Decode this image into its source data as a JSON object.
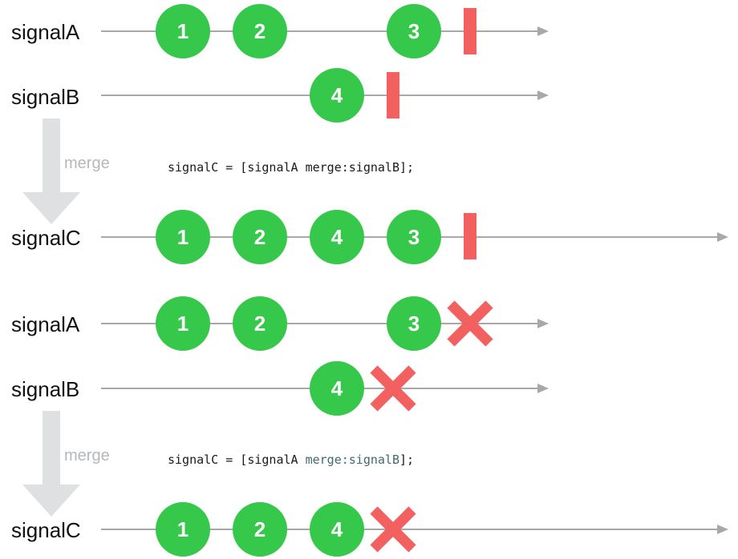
{
  "colors": {
    "event": "#35c84b",
    "complete": "#f2605f",
    "error": "#f2605f",
    "timeline": "#a8a8a8",
    "merge_arrow": "#dfe0e2",
    "code_accent": "#3d6b6b"
  },
  "panels": [
    {
      "merge_label": "merge",
      "code": {
        "prefix": "signalC = [signalA merge:signalB];",
        "accent": ""
      },
      "timelines": [
        {
          "label": "signalA",
          "events": [
            {
              "value": "1"
            },
            {
              "value": "2"
            },
            {
              "value": "3"
            }
          ],
          "terminator": "complete"
        },
        {
          "label": "signalB",
          "events": [
            {
              "value": "4"
            }
          ],
          "terminator": "complete"
        },
        {
          "label": "signalC",
          "events": [
            {
              "value": "1"
            },
            {
              "value": "2"
            },
            {
              "value": "4"
            },
            {
              "value": "3"
            }
          ],
          "terminator": "complete"
        }
      ]
    },
    {
      "merge_label": "merge",
      "code": {
        "prefix": "signalC = [signalA ",
        "accent": "merge:signalB",
        "suffix": "];"
      },
      "timelines": [
        {
          "label": "signalA",
          "events": [
            {
              "value": "1"
            },
            {
              "value": "2"
            },
            {
              "value": "3"
            }
          ],
          "terminator": "error"
        },
        {
          "label": "signalB",
          "events": [
            {
              "value": "4"
            }
          ],
          "terminator": "error"
        },
        {
          "label": "signalC",
          "events": [
            {
              "value": "1"
            },
            {
              "value": "2"
            },
            {
              "value": "4"
            }
          ],
          "terminator": "error"
        }
      ]
    }
  ]
}
